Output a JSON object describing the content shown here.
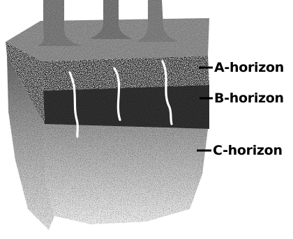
{
  "labels": {
    "a": "A-horizon",
    "b": "B-horizon",
    "c": "C-horizon"
  },
  "colors": {
    "topsoil_texture": "#8a8a8a",
    "a_horizon": "#1e1e1e",
    "b_horizon": "#303030",
    "c_horizon": "#c8c8c8",
    "roots": "#ffffff",
    "tree_trunk": "#7a7a7a",
    "leader_lines": "#000000"
  },
  "icons": {
    "trees": "tree-trunk-icon",
    "roots": "root-icon"
  }
}
